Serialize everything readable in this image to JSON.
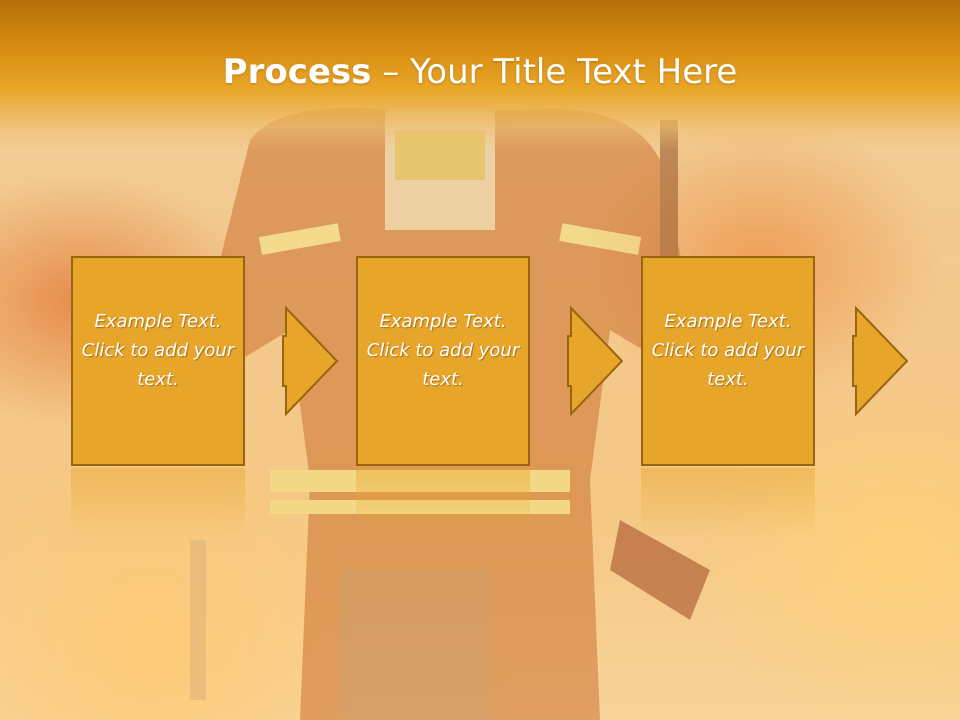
{
  "slide": {
    "title_bold": "Process",
    "title_separator": " – ",
    "title_rest": "Your Title Text Here",
    "steps": [
      {
        "text": "Example Text. Click  to add your text."
      },
      {
        "text": "Example Text. Click  to add your text."
      },
      {
        "text": "Example Text. Click  to add your text."
      }
    ]
  },
  "colors": {
    "header": "#d98f12",
    "box_fill": "#e7a52a",
    "box_border": "#9a6510",
    "text": "#ffffff"
  },
  "icons": [
    "right-arrow-icon"
  ]
}
